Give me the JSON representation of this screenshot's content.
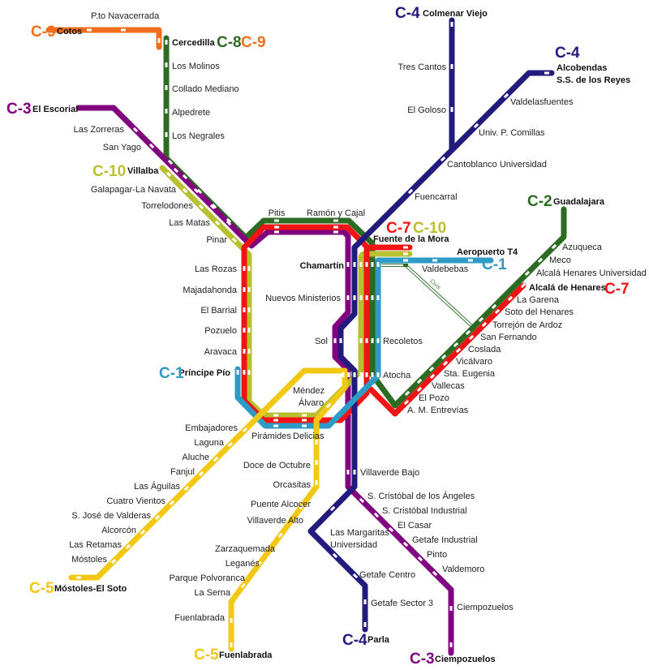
{
  "lines": {
    "c1": {
      "label": "C-1",
      "color": "#2e9ac6"
    },
    "c2": {
      "label": "C-2",
      "color": "#2b6b22"
    },
    "c3": {
      "label": "C-3",
      "color": "#800080"
    },
    "c4": {
      "label": "C-4",
      "color": "#221a7c"
    },
    "c5": {
      "label": "C-5",
      "color": "#f2c814"
    },
    "c7": {
      "label": "C-7",
      "color": "#f21414"
    },
    "c8": {
      "label": "C-8",
      "color": "#2b6b22"
    },
    "c9": {
      "label": "C-9",
      "color": "#f26e1c"
    },
    "c10": {
      "label": "C-10",
      "color": "#b9c030"
    }
  },
  "terminals": {
    "cotos": "Cotos",
    "cercedilla": "Cercedilla",
    "el_escorial": "El Escorial",
    "villalba": "Villalba",
    "colmenar_viejo": "Colmenar Viejo",
    "alcobendas": "Alcobendas",
    "ss_reyes": "S.S. de los Reyes",
    "guadalajara": "Guadalajara",
    "fuente_de_la_mora": "Fuente de la Mora",
    "aeropuerto_t4": "Aeropuerto T4",
    "chamartin": "Chamartín",
    "alcala_de_henares": "Alcalá de Henares",
    "principe_pio": "Príncipe Pío",
    "mostoles_el_soto": "Móstoles-El Soto",
    "fuenlabrada": "Fuenlabrada",
    "parla": "Parla",
    "ciempozuelos": "Ciempozuelos"
  },
  "stations": {
    "puerto_navacerrada": "P.to Navacerrada",
    "los_molinos": "Los Molinos",
    "collado_mediano": "Collado Mediano",
    "alpedrete": "Alpedrete",
    "los_negrales": "Los Negrales",
    "las_zorreras": "Las Zorreras",
    "san_yago": "San Yago",
    "galapagar": "Galapagar-La Navata",
    "torrelodones": "Torrelodones",
    "las_matas": "Las Matas",
    "pinar": "Pinar",
    "pitis": "Pitis",
    "ramon_y_cajal": "Ramón y Cajal",
    "valdebebas": "Valdebebas",
    "nuevos_ministerios": "Nuevos Ministerios",
    "sol": "Sol",
    "recoletos": "Recoletos",
    "atocha": "Atocha",
    "las_rozas": "Las Rozas",
    "majadahonda": "Majadahonda",
    "el_barrial": "El Barrial",
    "pozuelo": "Pozuelo",
    "aravaca": "Aravaca",
    "mendez": "Méndez",
    "alvaro": "Álvaro",
    "piramides": "Pirámides",
    "delicias": "Delicias",
    "tres_cantos": "Tres Cantos",
    "el_goloso": "El Goloso",
    "valdelasfuentes": "Valdelasfuentes",
    "comillas": "Univ. P. Comillas",
    "cantoblanco": "Cantoblanco Universidad",
    "fuencarral": "Fuencarral",
    "azuqueca": "Azuqueca",
    "meco": "Meco",
    "alcala_universidad": "Alcalá Henares Universidad",
    "la_garena": "La Garena",
    "soto_henares": "Soto del Henares",
    "torrejon": "Torrejón de Ardoz",
    "san_fernando": "San Fernando",
    "coslada": "Coslada",
    "vicalvaro": "Vicálvaro",
    "sta_eugenia": "Sta. Eugenia",
    "vallecas": "Vallecas",
    "el_pozo": "El Pozo",
    "entrevias": "A. M. Entrevías",
    "embajadores": "Embajadores",
    "laguna": "Laguna",
    "aluche": "Aluche",
    "fanjul": "Fanjul",
    "las_aguilas": "Las Águilas",
    "cuatro_vientos": "Cuatro Vientos",
    "san_jose_valderas": "S. José de Valderas",
    "alcorcon": "Alcorcón",
    "las_retamas": "Las Retamas",
    "mostoles": "Móstoles",
    "doce_de_octubre": "Doce de Octubre",
    "orcasitas": "Orcasitas",
    "puente_alcocer": "Puente Alcocer",
    "villaverde_alto": "Villaverde Alto",
    "zarzaquemada": "Zarzaquemada",
    "leganes": "Leganés",
    "parque_polvoranca": "Parque Polvoranca",
    "la_serna": "La Serna",
    "fuenlabrada_st": "Fuenlabrada",
    "villaverde_bajo": "Villaverde Bajo",
    "cristobal_angeles": "S. Cristóbal de los Ángeles",
    "cristobal_industrial": "S. Cristóbal Industrial",
    "el_casar": "El Casar",
    "getafe_industrial": "Getafe Industrial",
    "pinto": "Pinto",
    "valdemoro": "Valdemoro",
    "ciempozuelos_st": "Ciempozuelos",
    "las_margaritas": "Las Margaritas",
    "universidad": "Universidad",
    "getafe_centro": "Getafe Centro",
    "getafe_sector3": "Getafe Sector 3"
  },
  "civis_label": "Civis"
}
